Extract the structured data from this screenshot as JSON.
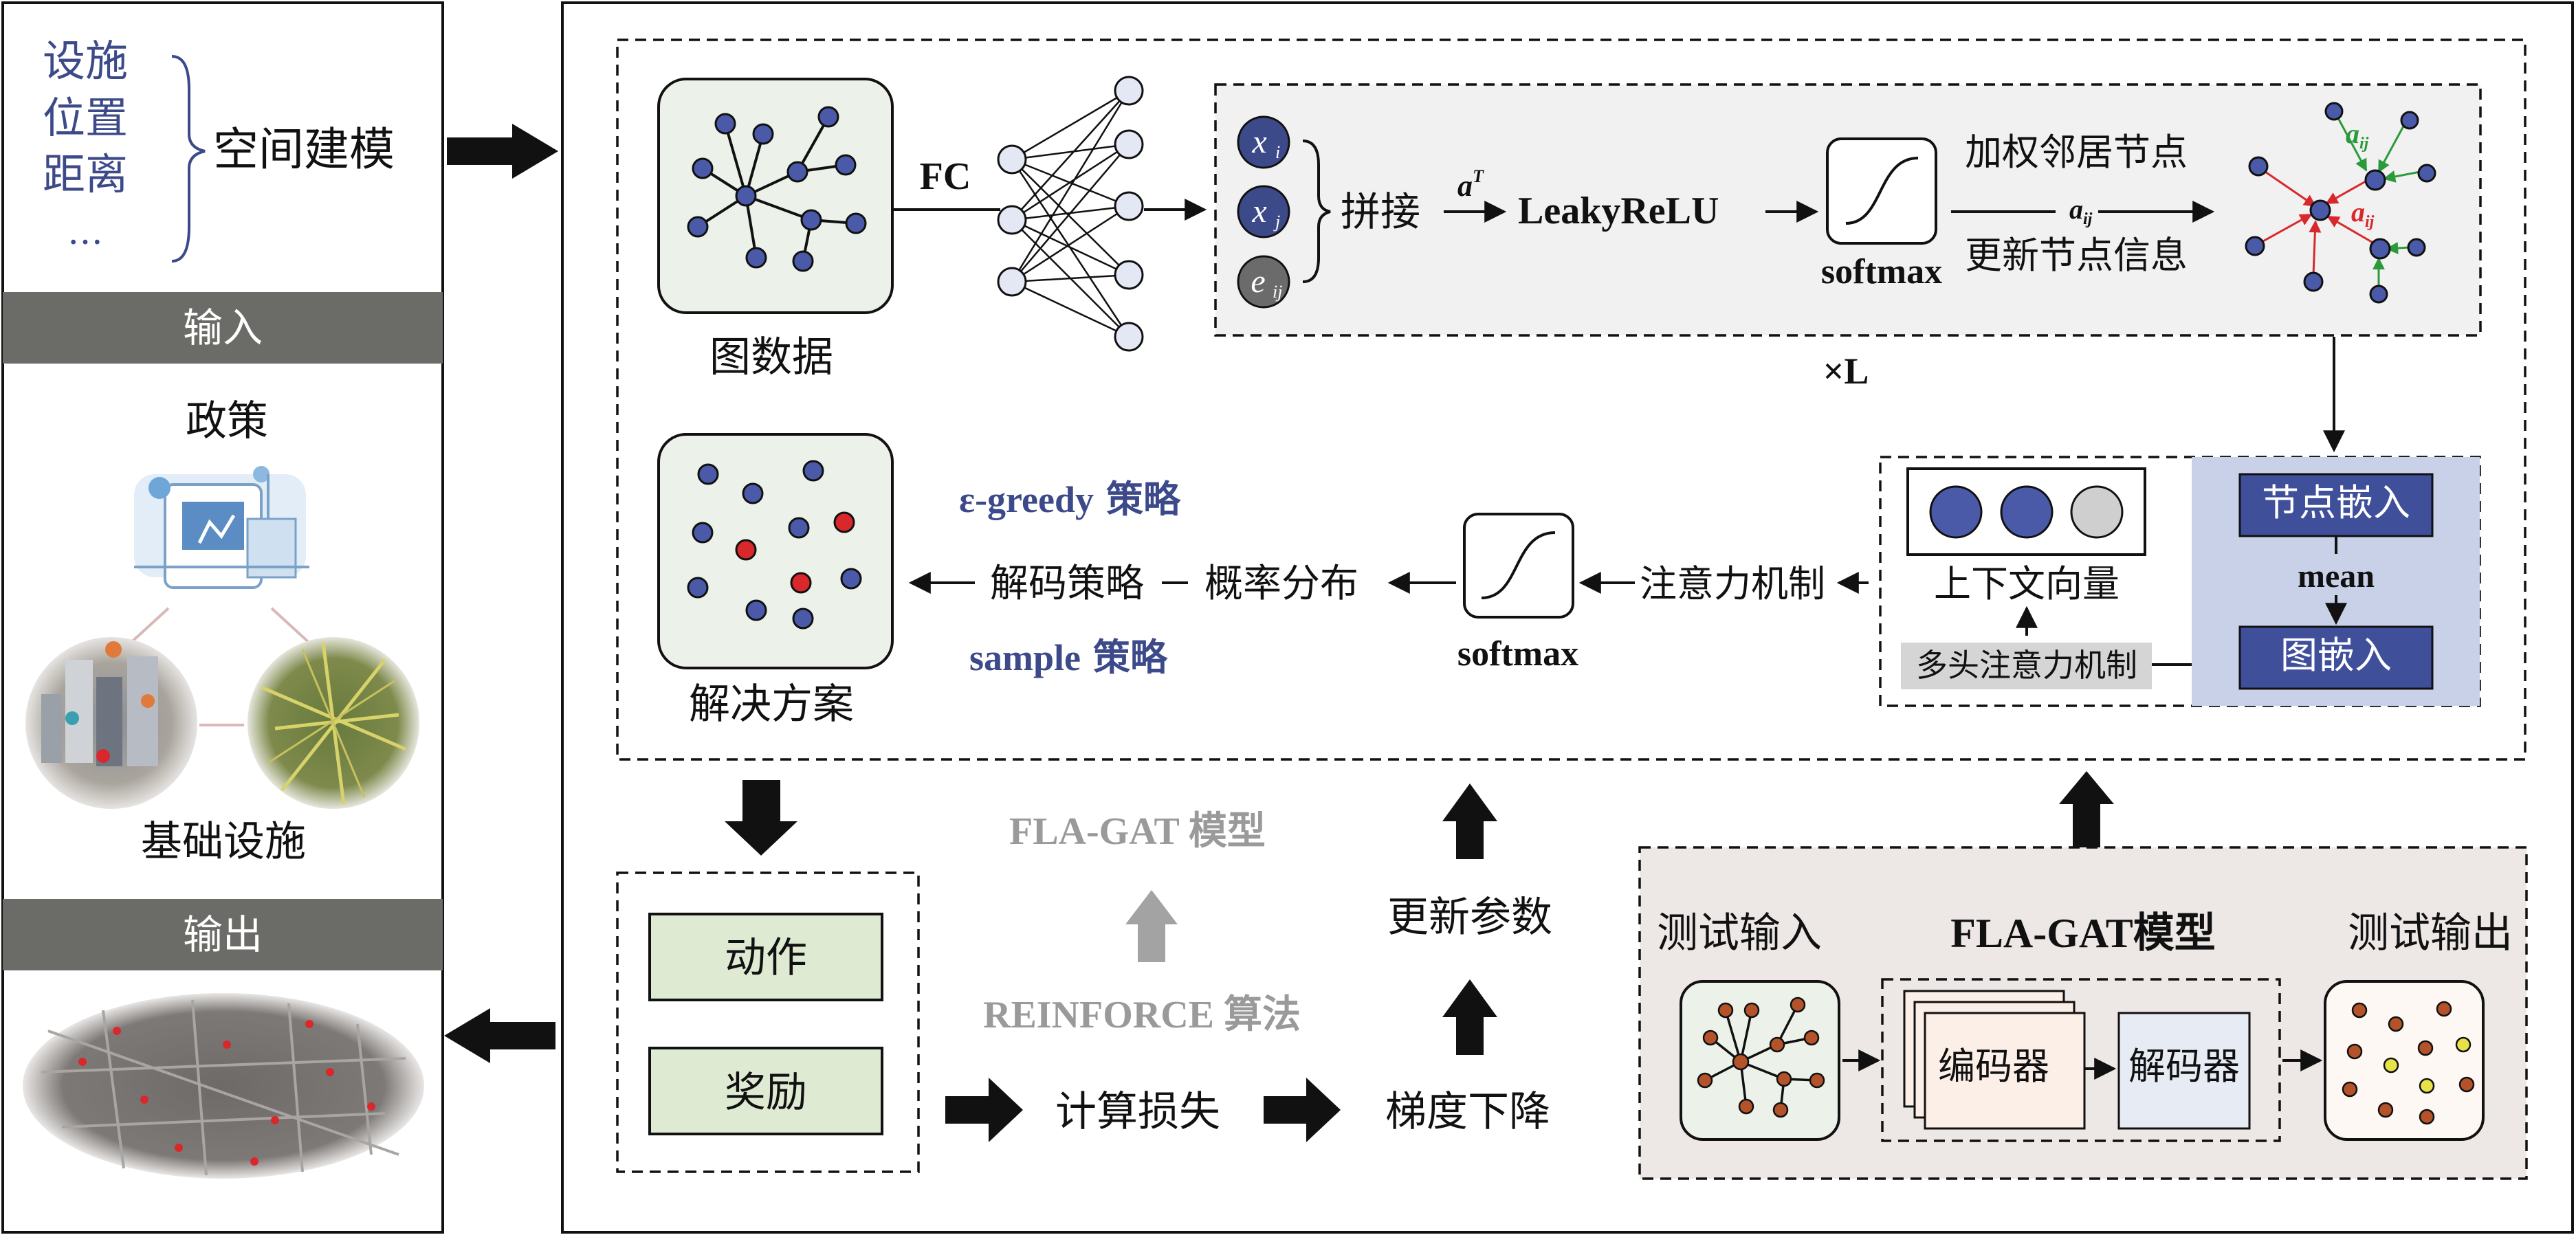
{
  "left_panel": {
    "features": [
      "设施",
      "位置",
      "距离",
      "…"
    ],
    "spatial_modeling": "空间建模",
    "input_header": "输入",
    "policy": "政策",
    "infrastructure": "基础设施",
    "output_header": "输出"
  },
  "top_section": {
    "graph_data": "图数据",
    "fc": "FC",
    "concat": "拼接",
    "a_transpose": "a",
    "a_transpose_sup": "T",
    "leaky_relu": "LeakyReLU",
    "softmax": "softmax",
    "weighted_neighbors": "加权邻居节点",
    "aij": "a",
    "aij_sub": "ij",
    "update_node_info": "更新节点信息",
    "times_l": "×L",
    "node_labels": [
      {
        "base": "x",
        "sub": "i"
      },
      {
        "base": "x",
        "sub": "j"
      },
      {
        "base": "e",
        "sub": "ij"
      }
    ]
  },
  "middle_section": {
    "solution": "解决方案",
    "epsilon_greedy": "ε-greedy",
    "strategy": "策略",
    "sample": "sample",
    "decode_strategy": "解码策略",
    "prob_dist": "概率分布",
    "softmax": "softmax",
    "attention": "注意力机制",
    "context_vector": "上下文向量",
    "multihead_attention": "多头注意力机制",
    "node_embedding": "节点嵌入",
    "mean": "mean",
    "graph_embedding": "图嵌入"
  },
  "training": {
    "action": "动作",
    "reward": "奖励",
    "compute_loss": "计算损失",
    "gradient_descent": "梯度下降",
    "update_params": "更新参数",
    "fla_gat_model": "FLA-GAT 模型",
    "reinforce": "REINFORCE 算法"
  },
  "test_section": {
    "test_input": "测试输入",
    "model_title": "FLA-GAT模型",
    "test_output": "测试输出",
    "encoder": "编码器",
    "decoder": "解码器"
  },
  "colors": {
    "node_blue": "#4a5aa8",
    "node_red": "#d9282b",
    "node_gray": "#cfcfcf",
    "header_gray": "#6b6b68",
    "embedding_bg": "#c9d1e8",
    "embedding_box": "#3f4f99",
    "green_box": "#dfead3",
    "test_bg": "#ede8e6",
    "orange_node": "#b4532a",
    "yellow_node": "#e8e24a"
  }
}
